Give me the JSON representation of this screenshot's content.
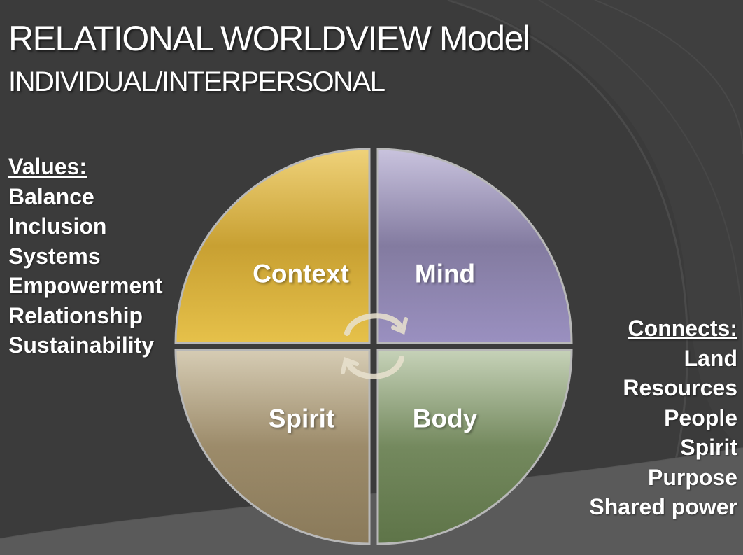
{
  "title": "RELATIONAL WORLDVIEW Model",
  "subtitle": "INDIVIDUAL/INTERPERSONAL",
  "values": {
    "heading": "Values:",
    "items": [
      "Balance",
      "Inclusion",
      "Systems",
      "Empowerment",
      "Relationship",
      "Sustainability"
    ]
  },
  "connects": {
    "heading": "Connects:",
    "items": [
      "Land",
      "Resources",
      "People",
      "Spirit",
      "Purpose",
      "Shared power"
    ]
  },
  "quadrants": {
    "context": {
      "label": "Context",
      "color": "#c9a02c"
    },
    "mind": {
      "label": "Mind",
      "color": "#8a82a8"
    },
    "spirit": {
      "label": "Spirit",
      "color": "#9a8a6a"
    },
    "body": {
      "label": "Body",
      "color": "#6f8660"
    }
  },
  "colors": {
    "background": "#3b3b3b",
    "text": "#ffffff"
  }
}
